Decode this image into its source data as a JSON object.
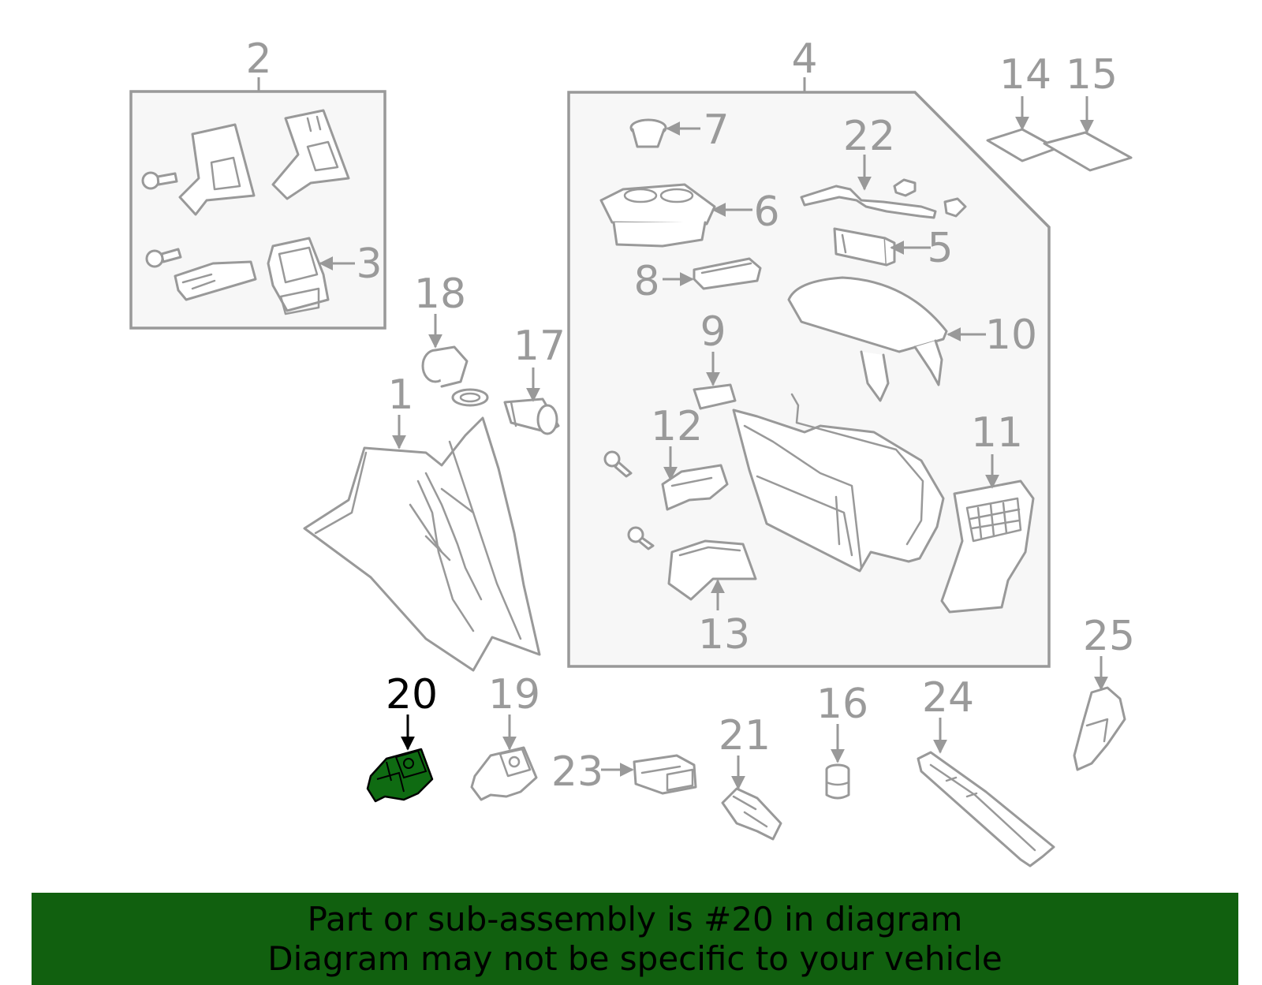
{
  "callouts": {
    "c1": "1",
    "c2": "2",
    "c3": "3",
    "c4": "4",
    "c5": "5",
    "c6": "6",
    "c7": "7",
    "c8": "8",
    "c9": "9",
    "c10": "10",
    "c11": "11",
    "c12": "12",
    "c13": "13",
    "c14": "14",
    "c15": "15",
    "c16": "16",
    "c17": "17",
    "c18": "18",
    "c19": "19",
    "c20": "20",
    "c21": "21",
    "c22": "22",
    "c23": "23",
    "c24": "24",
    "c25": "25"
  },
  "highlighted_part": "20",
  "colors": {
    "highlight_fill": "#0f6b12",
    "banner_background": "#11600f",
    "line_gray": "#999999",
    "box_fill": "#f7f7f7"
  },
  "banner": {
    "line1": "Part or sub-assembly is #20 in diagram",
    "line2": "Diagram may not be specific to your vehicle"
  }
}
